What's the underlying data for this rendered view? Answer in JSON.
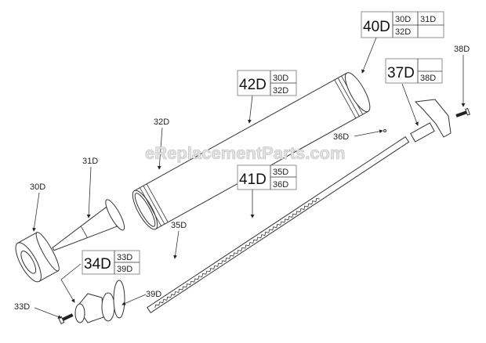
{
  "watermark": "eReplacementParts.com",
  "callouts": {
    "c30": "30D",
    "c31": "31D",
    "c32": "32D",
    "c33": "33D",
    "c35": "35D",
    "c36": "36D",
    "c38": "38D",
    "c39": "39D"
  },
  "assemblies": {
    "a40": {
      "id": "40D",
      "parts": [
        "30D",
        "31D",
        "32D",
        ""
      ]
    },
    "a37": {
      "id": "37D",
      "parts": [
        "",
        "38D"
      ]
    },
    "a42": {
      "id": "42D",
      "parts": [
        "30D",
        "32D"
      ]
    },
    "a41": {
      "id": "41D",
      "parts": [
        "35D",
        "36D"
      ]
    },
    "a34": {
      "id": "34D",
      "parts": [
        "33D",
        "39D"
      ]
    }
  }
}
